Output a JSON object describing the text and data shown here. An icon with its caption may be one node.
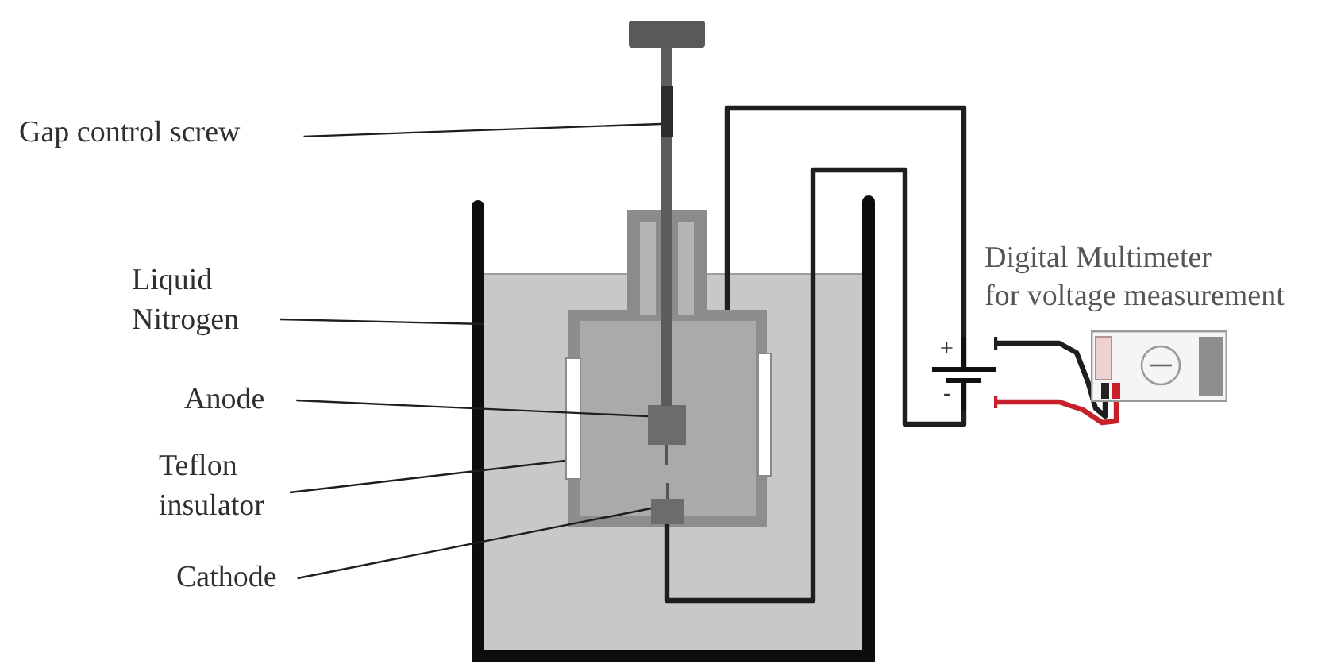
{
  "diagram": {
    "nodes": [
      {
        "text": [
          "Gap control screw"
        ]
      },
      {
        "text": [],
        "shape": "bar"
      },
      {
        "text": [
          "Liquid Nitrogen"
        ]
      },
      {
        "text": [],
        "shape": "box"
      },
      {
        "text": [],
        "shape": "box",
        "in": 3
      },
      {
        "text": [
          "Anode"
        ]
      },
      {
        "text": [],
        "shape": "box",
        "in": 4
      },
      {
        "text": [
          "Teflon insulator"
        ]
      },
      {
        "text": [],
        "shape": "bar",
        "in": 3
      },
      {
        "text": [
          "Cathode"
        ]
      },
      {
        "text": [],
        "shape": "box",
        "in": 4
      },
      {
        "text": [
          "+",
          "-"
        ]
      },
      {
        "text": [],
        "shape": "picture",
        "beside": [
          "Digital Multimeter for voltage measurement"
        ]
      }
    ],
    "edges": [
      {
        "from": 0,
        "to": 1,
        "arrow": "none"
      },
      {
        "from": 2,
        "to": 3,
        "arrow": "none"
      },
      {
        "from": 5,
        "to": 6,
        "arrow": "none"
      },
      {
        "from": 7,
        "to": 8,
        "arrow": "none"
      },
      {
        "from": 9,
        "to": 10,
        "arrow": "none"
      },
      {
        "from": 4,
        "to": 11,
        "arrow": "none",
        "style": "thick"
      },
      {
        "from": 10,
        "to": 11,
        "arrow": "none",
        "style": "thick"
      },
      {
        "from": 11,
        "to": 12,
        "arrow": "other",
        "style": "thick"
      },
      {
        "from": 11,
        "to": 12,
        "arrow": "other",
        "style": "thick",
        "color": "#c8202a"
      }
    ]
  }
}
